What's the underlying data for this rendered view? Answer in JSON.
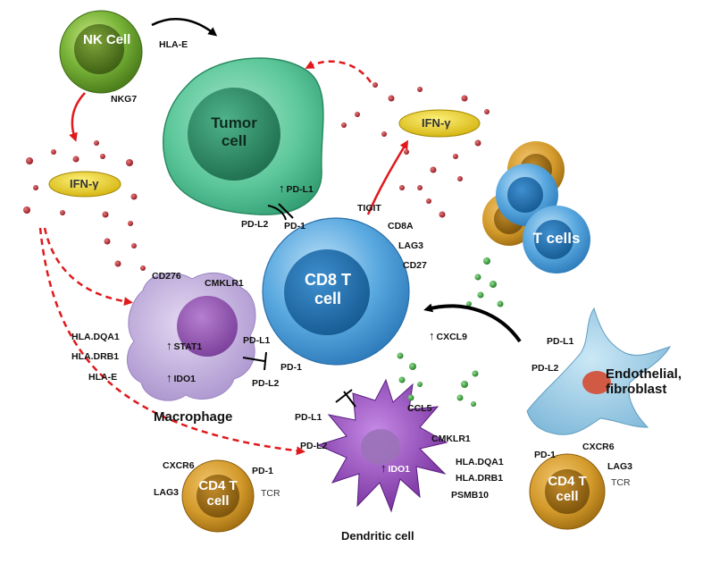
{
  "cells": {
    "nk": "NK Cell",
    "tumor": "Tumor cell",
    "cd8": "CD8 T cell",
    "tcells": "T cells",
    "macrophage": "Macrophage",
    "dendritic": "Dendritic cell",
    "endothelial": "Endothelial, fibroblast",
    "cd4_left": "CD4 T cell",
    "cd4_right": "CD4 T cell",
    "ifng_left": "IFN-γ",
    "ifng_right": "IFN-γ"
  },
  "labels": {
    "hla_e_nk": "HLA-E",
    "nkg7": "NKG7",
    "pd_l1_tumor": "PD-L1",
    "pd_l2_tumor": "PD-L2",
    "pd_1_tumor": "PD-1",
    "tigit": "TIGIT",
    "cd8a": "CD8A",
    "lag3_cd8": "LAG3",
    "cd27": "CD27",
    "cxcl9": "CXCL9",
    "cd276": "CD276",
    "cmklr1_mac": "CMKLR1",
    "hla_dqa1_mac": "HLA.DQA1",
    "hla_drb1_mac": "HLA.DRB1",
    "hla_e_mac": "HLA-E",
    "stat1": "STAT1",
    "ido1_mac": "IDO1",
    "pd_l1_mac": "PD-L1",
    "pd_1_mac": "PD-1",
    "pd_l2_mac": "PD-L2",
    "pd_l1_dc": "PD-L1",
    "pd_l2_dc": "PD-L2",
    "ccl5": "CCL5",
    "cmklr1_dc": "CMKLR1",
    "hla_dqa1_dc": "HLA.DQA1",
    "hla_drb1_dc": "HLA.DRB1",
    "psmb10": "PSMB10",
    "ido1_dc": "IDO1",
    "pd_l1_endo": "PD-L1",
    "pd_l2_endo": "PD-L2",
    "cxcr6_left": "CXCR6",
    "pd_1_left": "PD-1",
    "lag3_left": "LAG3",
    "tcr_left": "TCR",
    "pd_1_right": "PD-1",
    "cxcr6_right": "CXCR6",
    "lag3_right": "LAG3",
    "tcr_right": "TCR"
  },
  "colors": {
    "tumor": "#4fbf8f",
    "cd8": "#3f9ad6",
    "nk": "#7ab53a",
    "macrophage": "#b7a3d6",
    "dendritic": "#8a3fb8",
    "cd4": "#c98a1c",
    "endothelial": "#8ec8e6",
    "ifng": "#e9d21a",
    "cytokine_red": "#b01f2a",
    "chemokine_green": "#3aa53a",
    "arrow_red": "#e0191c"
  }
}
